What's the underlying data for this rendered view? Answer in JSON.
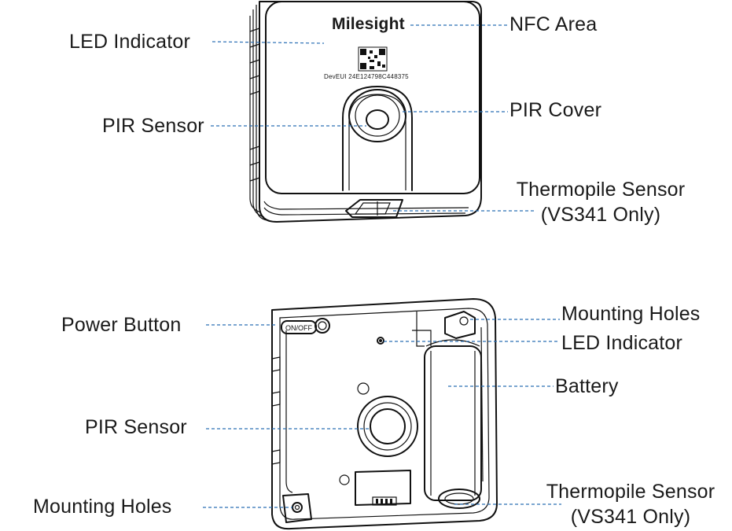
{
  "front": {
    "brand": "Milesight",
    "dev_eui": "DevEUI  24E124798C448375",
    "labels": {
      "led_indicator": "LED Indicator",
      "pir_sensor": "PIR Sensor",
      "nfc_area": "NFC Area",
      "pir_cover": "PIR Cover",
      "thermopile_line1": "Thermopile Sensor",
      "thermopile_line2": "(VS341 Only)"
    }
  },
  "back": {
    "switch_text": "ON/OFF",
    "labels": {
      "power_button": "Power Button",
      "pir_sensor": "PIR Sensor",
      "mounting_holes_left": "Mounting Holes",
      "mounting_holes_right": "Mounting Holes",
      "led_indicator": "LED Indicator",
      "battery": "Battery",
      "thermopile_line1": "Thermopile Sensor",
      "thermopile_line2": "(VS341 Only)"
    }
  },
  "colors": {
    "leader_line": "#2a6fb5",
    "ink": "#111111"
  }
}
